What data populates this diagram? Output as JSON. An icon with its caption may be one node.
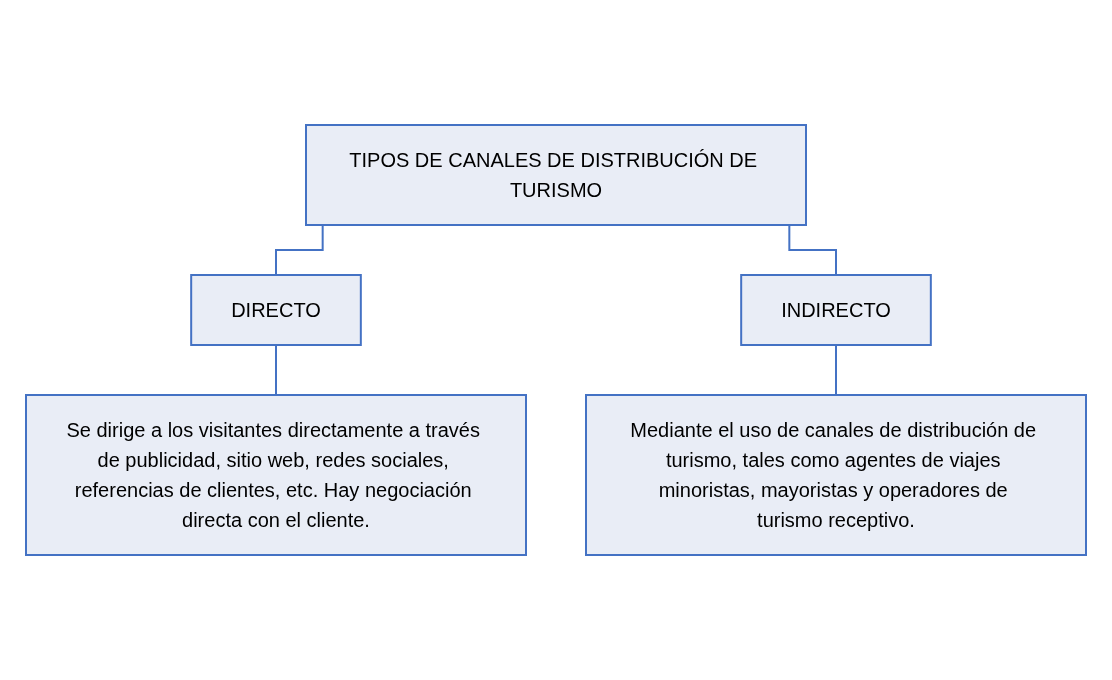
{
  "diagram": {
    "nodes": [
      {
        "text": [
          "TIPOS DE CANALES DE DISTRIBUCIÓN DE TURISMO"
        ]
      },
      {
        "text": [
          "DIRECTO"
        ]
      },
      {
        "text": [
          "INDIRECTO"
        ]
      },
      {
        "text": [
          "Se dirige a los visitantes directamente a través de publicidad, sitio web, redes sociales, referencias de clientes, etc. Hay negociación directa con el cliente."
        ]
      },
      {
        "text": [
          "Mediante el uso de canales de distribución de turismo, tales como agentes de viajes minoristas, mayoristas y operadores de turismo receptivo."
        ]
      }
    ],
    "edges": [
      {
        "from": 0,
        "to": 1,
        "arrow": "none"
      },
      {
        "from": 0,
        "to": 2,
        "arrow": "none"
      },
      {
        "from": 1,
        "to": 3,
        "arrow": "none"
      },
      {
        "from": 2,
        "to": 4,
        "arrow": "none"
      }
    ]
  }
}
